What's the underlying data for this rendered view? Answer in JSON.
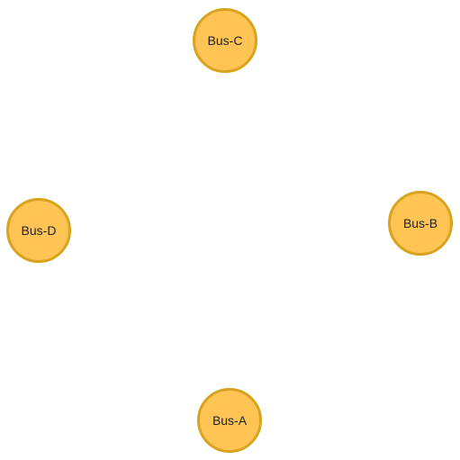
{
  "style": {
    "node_fill": "#ffc454",
    "node_border": "#d8a41f",
    "label_color": "#222222",
    "background": "#ffffff"
  },
  "nodes": [
    {
      "id": "c",
      "label": "Bus-C"
    },
    {
      "id": "b",
      "label": "Bus-B"
    },
    {
      "id": "d",
      "label": "Bus-D"
    },
    {
      "id": "a",
      "label": "Bus-A"
    }
  ]
}
